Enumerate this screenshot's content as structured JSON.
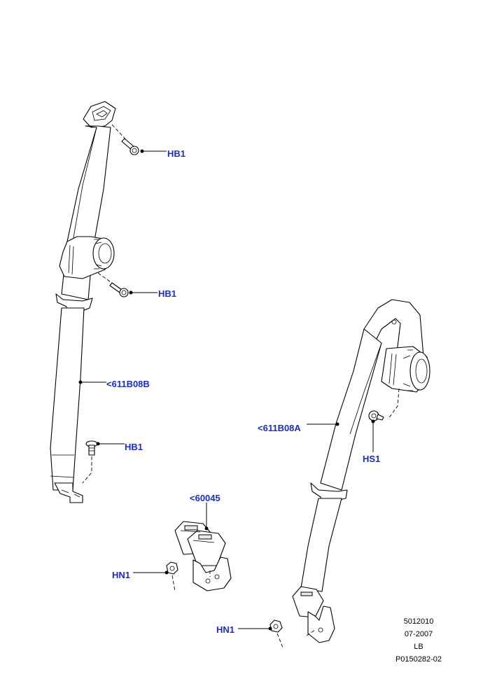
{
  "callouts": {
    "hb1_top": "HB1",
    "hb1_mid": "HB1",
    "belt_left": "<611B08B",
    "hb1_bottom": "HB1",
    "buckle": "<60045",
    "hn1_left": "HN1",
    "belt_right": "<611B08A",
    "hs1": "HS1",
    "hn1_right": "HN1"
  },
  "meta": {
    "code": "5012010",
    "date": "07-2007",
    "lang": "LB",
    "drawing_id": "P0150282-02"
  },
  "colors": {
    "callout": "#1a2ccc",
    "line": "#000000",
    "background": "#ffffff"
  }
}
